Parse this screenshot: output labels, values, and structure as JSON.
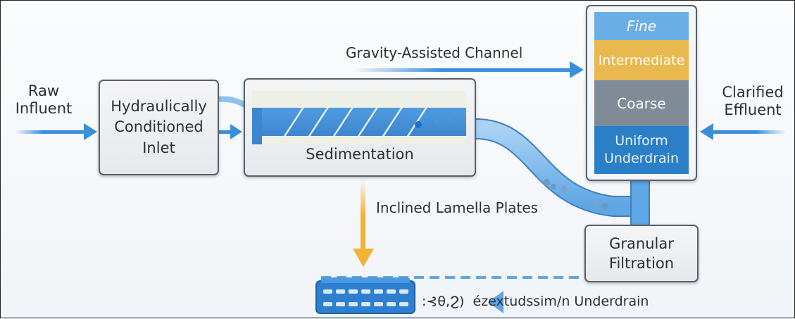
{
  "diagram": {
    "inputs": {
      "raw_influent": "Raw\nInfluent",
      "clarified_effluent": "Clarified\nEffluent"
    },
    "stages": {
      "inlet": "Hydraulically\nConditioned\nInlet",
      "sedimentation": "Sedimentation",
      "filtration": "Granular\nFiltration"
    },
    "channels": {
      "gravity": "Gravity-Assisted Channel",
      "lamella": "Inclined Lamella Plates"
    },
    "filter_layers": [
      {
        "label": "Fine",
        "color": "#6aaee6"
      },
      {
        "label": "Intermediate",
        "color": "#e9b84e"
      },
      {
        "label": "Coarse",
        "color": "#7f8c97"
      },
      {
        "label": "Uniform\nUnderdrain",
        "color": "#2b7fc6"
      }
    ],
    "underdrain_caption": ":⊰θ,Ϩ)  ézextudssim/n Underdrain",
    "colors": {
      "flow_blue": "#3a8fdc",
      "sludge_orange": "#f2b233",
      "border": "#56606c"
    }
  }
}
